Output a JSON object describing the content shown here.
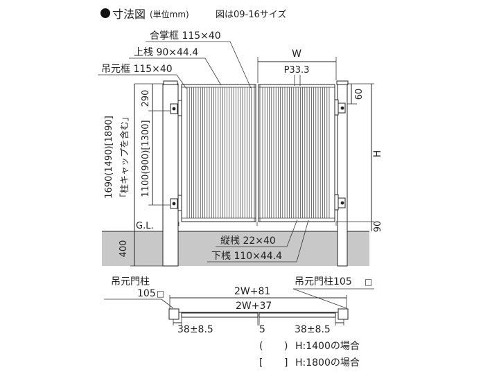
{
  "heading": {
    "title": "寸法図",
    "unit": "(単位mm)",
    "note": "図は09-16サイズ"
  },
  "labels": {
    "gassho": "合掌框 115×40",
    "uesan": "上桟 90×44.4",
    "tsurimoto": "吊元框 115×40",
    "width": "W",
    "pitch": "P33.3",
    "d60": "60",
    "height": "H",
    "d90": "90",
    "d290": "290",
    "inner": "1100(900)[1300]",
    "outer": "1690(1490)[1890]",
    "cap_note": "「柱キャップを含む」",
    "gl": "G.L.",
    "d400": "400",
    "tatesan": "縦桟 22×40",
    "shitasan": "下桟 110×44.4"
  },
  "plan": {
    "post_left_title": "吊元門柱",
    "post_left_size": "105",
    "post_right": "吊元門柱105",
    "w81": "2W+81",
    "w37": "2W+37",
    "left_gap": "38±8.5",
    "center_gap": "5",
    "right_gap": "38±8.5",
    "square_mark": "□"
  },
  "notes": {
    "row1_open": "(",
    "row1_close": ")",
    "row1_text": "H:1400の場合",
    "row2_open": "[",
    "row2_close": "]",
    "row2_text": "H:1800の場合"
  }
}
